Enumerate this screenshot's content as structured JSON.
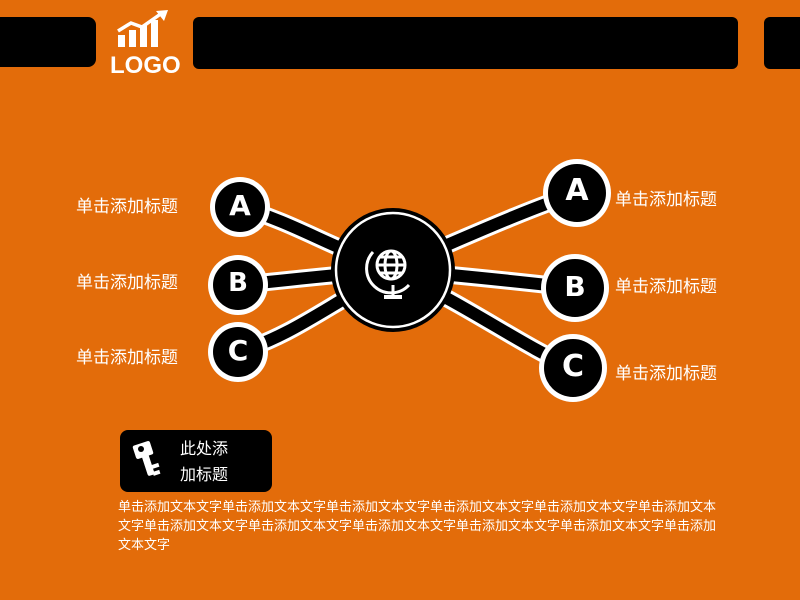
{
  "header": {
    "logo_text": "LOGO"
  },
  "diagram": {
    "center_icon": "globe-icon",
    "left_nodes": [
      {
        "letter": "A",
        "label": "单击添加标题"
      },
      {
        "letter": "B",
        "label": "单击添加标题"
      },
      {
        "letter": "C",
        "label": "单击添加标题"
      }
    ],
    "right_nodes": [
      {
        "letter": "A",
        "label": "单击添加标题"
      },
      {
        "letter": "B",
        "label": "单击添加标题"
      },
      {
        "letter": "C",
        "label": "单击添加标题"
      }
    ]
  },
  "callout": {
    "icon": "key-icon",
    "title_line1": "此处添",
    "title_line2": "加标题"
  },
  "body_text": "单击添加文本文字单击添加文本文字单击添加文本文字单击添加文本文字单击添加文本文字单击添加文本文字单击添加文本文字单击添加文本文字单击添加文本文字单击添加文本文字单击添加文本文字单击添加文本文字",
  "colors": {
    "background": "#E36C0A",
    "dark": "#000000",
    "text": "#FFFFFF"
  }
}
